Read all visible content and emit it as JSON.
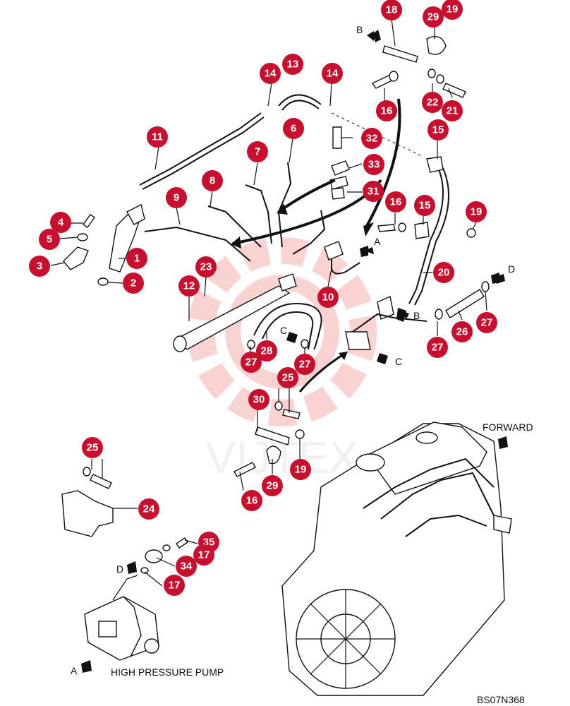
{
  "labels": {
    "forward": "FORWARD",
    "high_pressure_pump": "HIGH PRESSURE PUMP",
    "drawing_code": "BS07N368",
    "watermark": "VIJTEX"
  },
  "arrow_letters": {
    "b_top": "B",
    "a_right": "A",
    "d_right": "D",
    "b_mid": "B",
    "c_left": "C",
    "c_right": "C",
    "d_pump": "D",
    "a_pump": "A"
  },
  "callouts": [
    {
      "id": "c18",
      "n": "18"
    },
    {
      "id": "c29a",
      "n": "29"
    },
    {
      "id": "c19a",
      "n": "19"
    },
    {
      "id": "c14a",
      "n": "14"
    },
    {
      "id": "c13",
      "n": "13"
    },
    {
      "id": "c14b",
      "n": "14"
    },
    {
      "id": "c16a",
      "n": "16"
    },
    {
      "id": "c22",
      "n": "22"
    },
    {
      "id": "c21",
      "n": "21"
    },
    {
      "id": "c11",
      "n": "11"
    },
    {
      "id": "c6",
      "n": "6"
    },
    {
      "id": "c32",
      "n": "32"
    },
    {
      "id": "c15a",
      "n": "15"
    },
    {
      "id": "c7",
      "n": "7"
    },
    {
      "id": "c33",
      "n": "33"
    },
    {
      "id": "c31",
      "n": "31"
    },
    {
      "id": "c8",
      "n": "8"
    },
    {
      "id": "c9",
      "n": "9"
    },
    {
      "id": "c16b",
      "n": "16"
    },
    {
      "id": "c15b",
      "n": "15"
    },
    {
      "id": "c19b",
      "n": "19"
    },
    {
      "id": "c4",
      "n": "4"
    },
    {
      "id": "c5",
      "n": "5"
    },
    {
      "id": "c1",
      "n": "1"
    },
    {
      "id": "c3",
      "n": "3"
    },
    {
      "id": "c2",
      "n": "2"
    },
    {
      "id": "c23",
      "n": "23"
    },
    {
      "id": "c12",
      "n": "12"
    },
    {
      "id": "c20",
      "n": "20"
    },
    {
      "id": "c10",
      "n": "10"
    },
    {
      "id": "c26",
      "n": "26"
    },
    {
      "id": "c27a",
      "n": "27"
    },
    {
      "id": "c27b",
      "n": "27"
    },
    {
      "id": "c28",
      "n": "28"
    },
    {
      "id": "c27c",
      "n": "27"
    },
    {
      "id": "c27d",
      "n": "27"
    },
    {
      "id": "c25a",
      "n": "25"
    },
    {
      "id": "c30",
      "n": "30"
    },
    {
      "id": "c19c",
      "n": "19"
    },
    {
      "id": "c29b",
      "n": "29"
    },
    {
      "id": "c16c",
      "n": "16"
    },
    {
      "id": "c25b",
      "n": "25"
    },
    {
      "id": "c24",
      "n": "24"
    },
    {
      "id": "c35",
      "n": "35"
    },
    {
      "id": "c17a",
      "n": "17"
    },
    {
      "id": "c34",
      "n": "34"
    },
    {
      "id": "c17b",
      "n": "17"
    }
  ],
  "colors": {
    "callout": "#c8102e",
    "watermark": "#f3a5a5"
  }
}
